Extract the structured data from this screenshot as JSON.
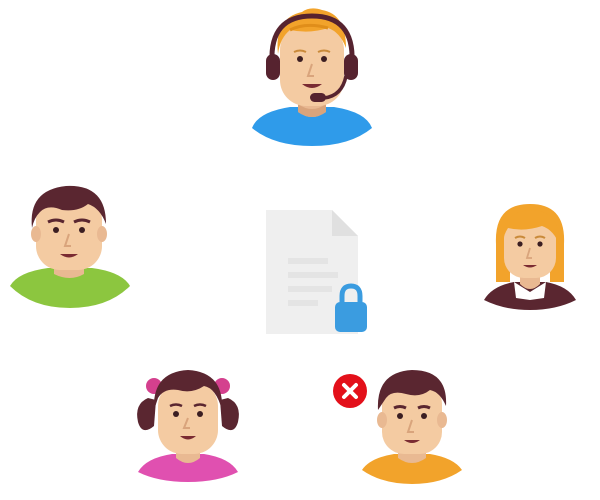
{
  "scene": {
    "document": {
      "icon": "locked-document-icon",
      "lock_icon": "padlock-icon",
      "colors": {
        "paper": "#efefef",
        "paper_fold": "#e0e0e0",
        "lines": "#e4e4e4",
        "lock": "#3b9ce0"
      }
    },
    "users": [
      {
        "role": "support-agent",
        "icon": "support-agent-avatar-icon",
        "shirt_color": "#2f9bea",
        "hair_color": "#f2a32b",
        "headset_color": "#56232f",
        "access": "allowed"
      },
      {
        "role": "user",
        "icon": "man-green-shirt-avatar-icon",
        "shirt_color": "#8cc63f",
        "hair_color": "#5a2630",
        "access": "allowed"
      },
      {
        "role": "user",
        "icon": "woman-blonde-avatar-icon",
        "shirt_color": "#5a2630",
        "hair_color": "#f2a32b",
        "access": "allowed"
      },
      {
        "role": "user",
        "icon": "girl-pink-shirt-avatar-icon",
        "shirt_color": "#e050b0",
        "hair_color": "#5a2630",
        "bow_color": "#d4408e",
        "access": "allowed"
      },
      {
        "role": "user",
        "icon": "man-orange-shirt-avatar-icon",
        "shirt_color": "#f2a32b",
        "hair_color": "#5a2630",
        "access": "denied"
      }
    ],
    "deny_badge": {
      "icon": "close-icon",
      "color": "#e3101a"
    }
  }
}
